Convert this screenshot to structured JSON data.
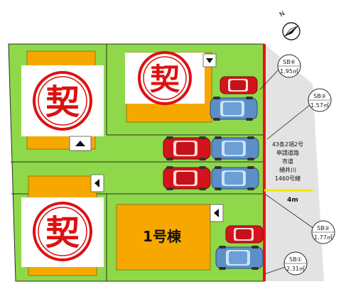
{
  "compass": {
    "label": "N"
  },
  "seal": {
    "char": "契"
  },
  "building": {
    "label": "1号棟"
  },
  "road": {
    "lines": [
      "43条2項2号",
      "申請道路",
      "市道",
      "樋井川",
      "1460号線"
    ],
    "width_label": "4m"
  },
  "survey_points": [
    {
      "label": "SB④",
      "area": "1.95㎡"
    },
    {
      "label": "SB③",
      "area": "1.57㎡"
    },
    {
      "label": "SB②",
      "area": "1.77㎡"
    },
    {
      "label": "SB①",
      "area": "2.31㎡"
    }
  ],
  "colors": {
    "lot": "#8ed84a",
    "house": "#f6a800",
    "road": "#e3e3e3",
    "boundary": "#ee1111",
    "car_red": "#d4141a",
    "car_blue": "#5c8fc8",
    "seal": "#dd1111"
  }
}
